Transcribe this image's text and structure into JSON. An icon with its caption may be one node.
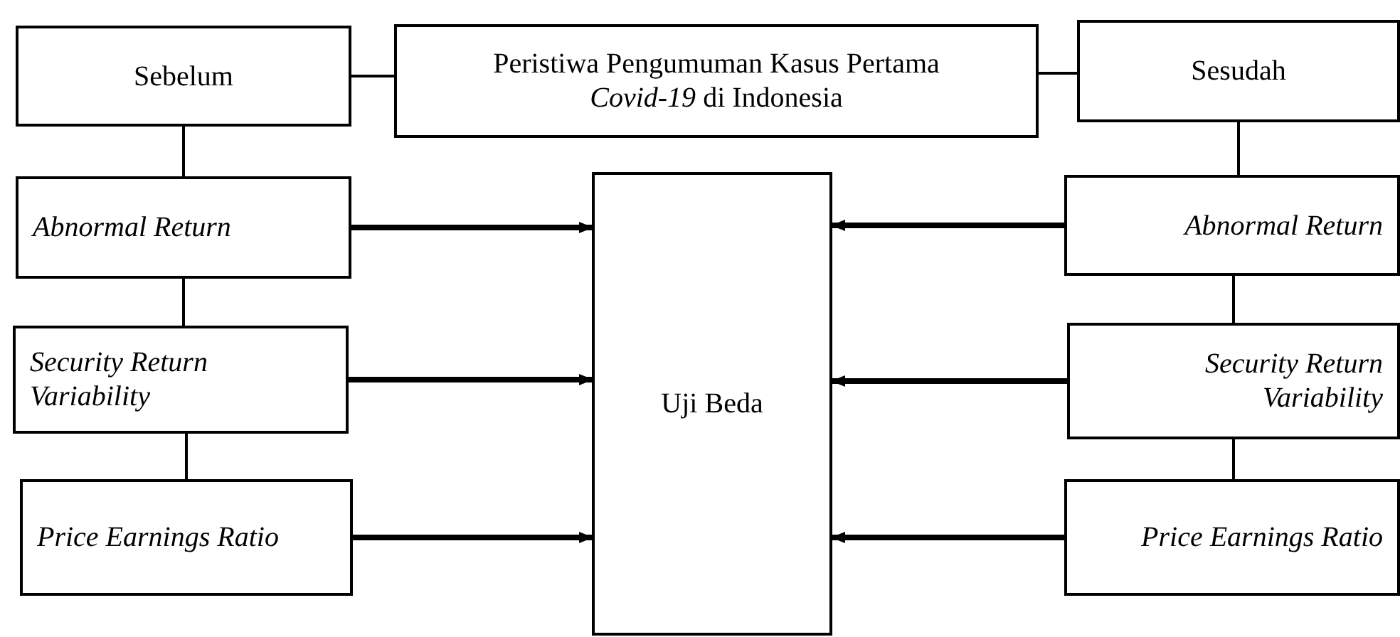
{
  "diagram": {
    "nodes": [
      {
        "text": [
          "Sebelum"
        ]
      },
      {
        "text": [
          "Peristiwa Pengumuman Kasus Pertama *Covid-19* di Indonesia"
        ]
      },
      {
        "text": [
          "Sesudah"
        ]
      },
      {
        "text": [
          "Abnormal Return"
        ]
      },
      {
        "text": [
          "Security Return Variability"
        ]
      },
      {
        "text": [
          "Price Earnings Ratio"
        ]
      },
      {
        "text": [
          "Uji Beda"
        ]
      },
      {
        "text": [
          "Abnormal Return"
        ]
      },
      {
        "text": [
          "Security Return Variability"
        ]
      },
      {
        "text": [
          "Price Earnings Ratio"
        ]
      }
    ],
    "edges": [
      {
        "from": 0,
        "to": 1,
        "arrow": "none"
      },
      {
        "from": 1,
        "to": 2,
        "arrow": "none"
      },
      {
        "from": 0,
        "to": 3,
        "arrow": "none"
      },
      {
        "from": 3,
        "to": 4,
        "arrow": "none"
      },
      {
        "from": 4,
        "to": 5,
        "arrow": "none"
      },
      {
        "from": 2,
        "to": 7,
        "arrow": "none"
      },
      {
        "from": 7,
        "to": 8,
        "arrow": "none"
      },
      {
        "from": 8,
        "to": 9,
        "arrow": "none"
      },
      {
        "from": 3,
        "to": 6,
        "arrow": "to",
        "style": "thick"
      },
      {
        "from": 4,
        "to": 6,
        "arrow": "to",
        "style": "thick"
      },
      {
        "from": 5,
        "to": 6,
        "arrow": "to",
        "style": "thick"
      },
      {
        "from": 7,
        "to": 6,
        "arrow": "to",
        "style": "thick"
      },
      {
        "from": 8,
        "to": 6,
        "arrow": "to",
        "style": "thick"
      },
      {
        "from": 9,
        "to": 6,
        "arrow": "to",
        "style": "thick"
      }
    ]
  }
}
